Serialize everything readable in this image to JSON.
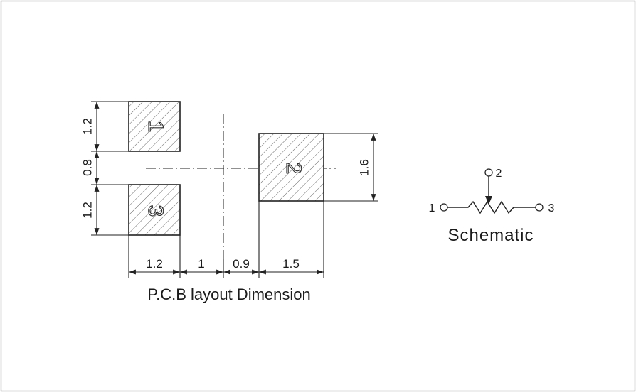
{
  "pcb": {
    "caption": "P.C.B layout Dimension",
    "pads": [
      {
        "label": "1"
      },
      {
        "label": "2"
      },
      {
        "label": "3"
      }
    ],
    "dimensions_horizontal": [
      "1.2",
      "1",
      "0.9",
      "1.5"
    ],
    "dimensions_vertical_left": [
      "1.2",
      "0.8",
      "1.2"
    ],
    "dimension_vertical_right": "1.6"
  },
  "schematic": {
    "title": "Schematic",
    "pins": {
      "left": "1",
      "wiper": "2",
      "right": "3"
    }
  }
}
